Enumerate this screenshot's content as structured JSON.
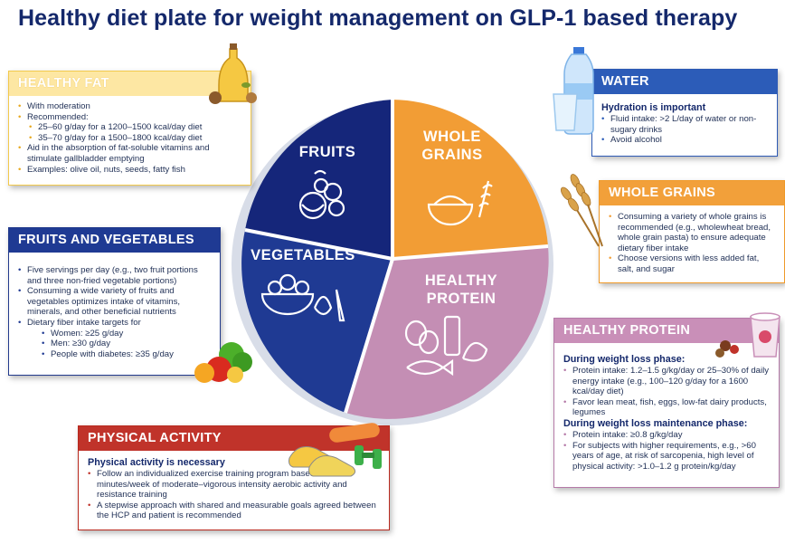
{
  "title": "Healthy diet plate for weight management on GLP-1 based therapy",
  "plate": {
    "fruits": "FRUITS",
    "vegetables": "VEGETABLES",
    "whole_grains_1": "WHOLE",
    "whole_grains_2": "GRAINS",
    "protein_1": "HEALTHY",
    "protein_2": "PROTEIN"
  },
  "healthy_fat": {
    "header": "HEALTHY FAT",
    "items": [
      "With moderation",
      "Recommended:",
      "25–60 g/day for a 1200–1500 kcal/day diet",
      "35–70 g/day for a 1500–1800 kcal/day diet",
      "Aid in the absorption of fat-soluble vitamins and stimulate gallbladder emptying",
      "Examples: olive oil, nuts, seeds, fatty fish"
    ]
  },
  "fruits_vegetables": {
    "header": "FRUITS AND VEGETABLES",
    "items": [
      "Five servings per day (e.g., two fruit portions and three non-fried vegetable portions)",
      "Consuming a wide variety of fruits and vegetables optimizes intake of vitamins, minerals, and other beneficial nutrients",
      "Dietary fiber intake targets for",
      "Women: ≥25 g/day",
      "Men: ≥30 g/day",
      "People with diabetes: ≥35 g/day"
    ]
  },
  "physical_activity": {
    "header": "PHYSICAL ACTIVITY",
    "subheading": "Physical activity is necessary",
    "items": [
      "Follow an individualized exercise training program based on ≥150 minutes/week of moderate–vigorous intensity aerobic activity and resistance training",
      "A stepwise approach with shared and measurable goals agreed between the HCP and patient is recommended"
    ]
  },
  "water": {
    "header": "WATER",
    "subheading": "Hydration is important",
    "items": [
      "Fluid intake: >2 L/day of water or non-sugary drinks",
      "Avoid alcohol"
    ]
  },
  "whole_grains": {
    "header": "WHOLE GRAINS",
    "items": [
      "Consuming a variety of whole grains is recommended (e.g., wholewheat bread, whole grain pasta) to ensure adequate dietary fiber intake",
      "Choose versions with less added fat, salt, and sugar"
    ]
  },
  "healthy_protein": {
    "header": "HEALTHY PROTEIN",
    "subheading_loss": "During weight loss phase:",
    "loss_items": [
      "Protein intake: 1.2–1.5 g/kg/day or 25–30% of daily energy intake (e.g., 100–120 g/day for a 1600 kcal/day diet)",
      "Favor lean meat, fish, eggs, low-fat dairy products, legumes"
    ],
    "subheading_maint": "During weight loss maintenance phase:",
    "maint_items": [
      "Protein intake: ≥0.8 g/kg/day",
      "For subjects with higher requirements, e.g., >60 years of age, at risk of sarcopenia, high level of physical activity: >1.0–1.2 g protein/kg/day"
    ]
  },
  "colors": {
    "fruits": "#15267a",
    "vegetables": "#1f3a93",
    "whole_grains": "#f29d35",
    "protein": "#c48eb4",
    "water": "#2c5cb8",
    "fat": "#fde7a3",
    "activity": "#c0332a"
  }
}
